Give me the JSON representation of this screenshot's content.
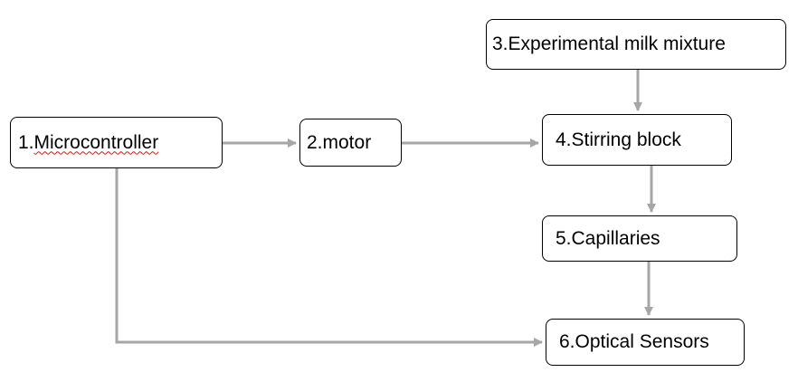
{
  "nodes": {
    "n1": {
      "num": "1.",
      "label": "Microcontroller"
    },
    "n2": {
      "label": "2.motor"
    },
    "n3": {
      "label": "3.Experimental milk mixture"
    },
    "n4": {
      "label": "4.Stirring block"
    },
    "n5": {
      "label": "5.Capillaries"
    },
    "n6": {
      "label": "6.Optical Sensors"
    }
  },
  "edges": [
    {
      "from": "1.Microcontroller",
      "to": "2.motor"
    },
    {
      "from": "2.motor",
      "to": "4.Stirring block"
    },
    {
      "from": "3.Experimental milk mixture",
      "to": "4.Stirring block"
    },
    {
      "from": "4.Stirring block",
      "to": "5.Capillaries"
    },
    {
      "from": "5.Capillaries",
      "to": "6.Optical Sensors"
    },
    {
      "from": "1.Microcontroller",
      "to": "6.Optical Sensors"
    }
  ],
  "colors": {
    "arrow": "#a6a6a6",
    "box_border": "#000000",
    "spellcheck_underline": "#dd1111"
  }
}
